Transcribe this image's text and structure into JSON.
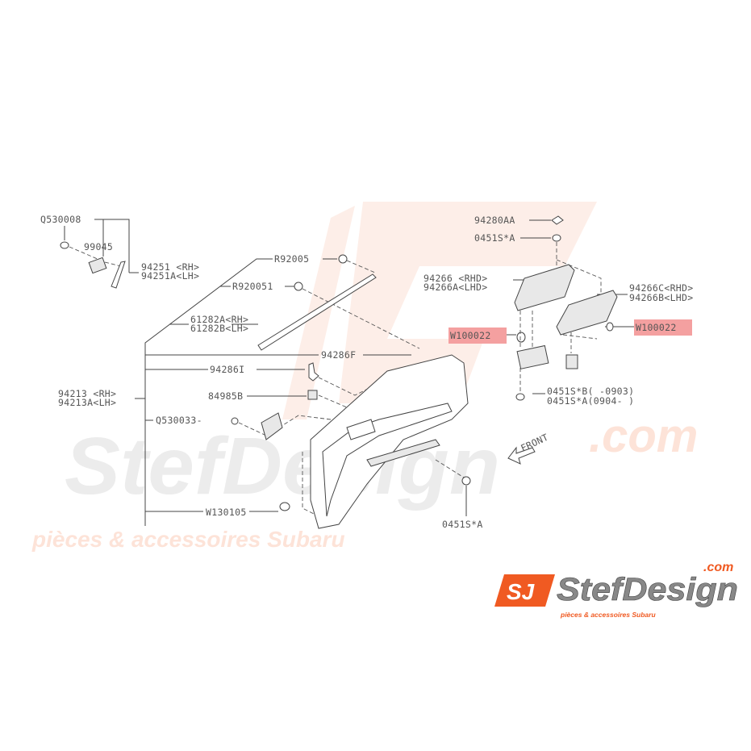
{
  "watermark": {
    "brand": "StefDesign",
    "domain_suffix": ".com",
    "tagline": "pièces & accessoires Subaru"
  },
  "logo": {
    "mark": "SJ",
    "brand": "StefDesign",
    "domain_suffix": ".com",
    "tagline": "pièces & accessoires Subaru",
    "accent_color": "#f05a22"
  },
  "labels": {
    "q530008": "Q530008",
    "p99045": "99045",
    "p94251_rh": "94251 <RH>",
    "p94251a_lh": "94251A<LH>",
    "r92005": "R92005",
    "r920051": "R920051",
    "p61282a_rh": "61282A<RH>",
    "p61282b_lh": "61282B<LH>",
    "p94286f": "94286F",
    "p94286i": "94286I",
    "p94213_rh": "94213 <RH>",
    "p94213a_lh": "94213A<LH>",
    "p84985b": "84985B",
    "q530033": "Q530033-",
    "w130105": "W130105",
    "p94280aa": "94280AA",
    "p0451s_a_top": "0451S*A",
    "p94266_rhd": "94266 <RHD>",
    "p94266a_lhd": "94266A<LHD>",
    "p94266c_rhd": "94266C<RHD>",
    "p94266b_lhd": "94266B<LHD>",
    "w100022_left": "W100022",
    "w100022_right": "W100022",
    "p0451s_b": "0451S*B( -0903)",
    "p0451s_a_range": "0451S*A(0904- )",
    "p0451s_a_bottom": "0451S*A",
    "front": "FRONT"
  },
  "colors": {
    "highlight": "#f4a0a0",
    "watermark_gray": "#ececec",
    "watermark_orange": "#fde3d8"
  }
}
